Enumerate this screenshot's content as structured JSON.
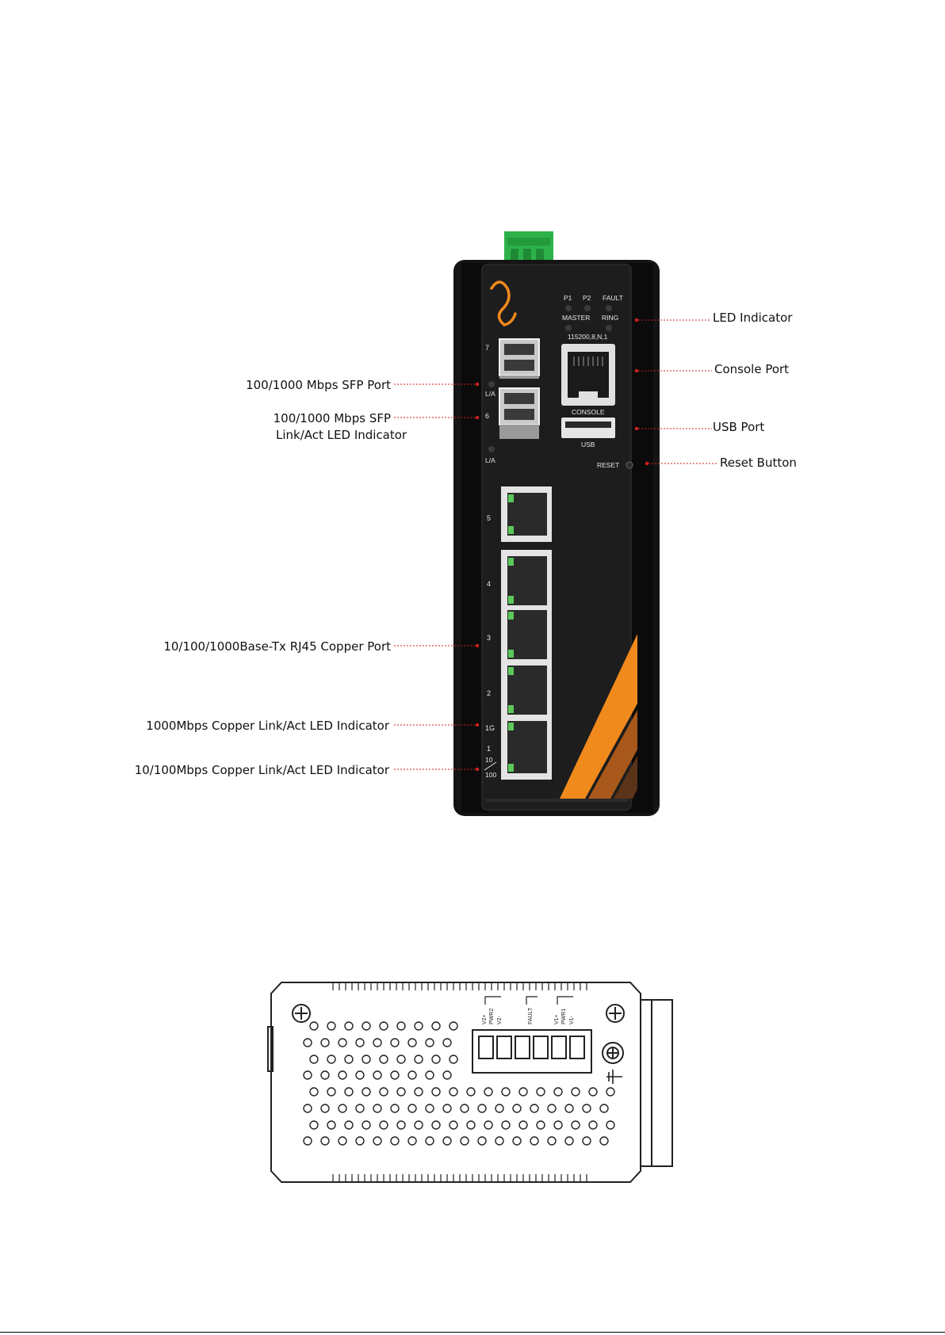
{
  "callouts": {
    "led_indicator": "LED Indicator",
    "console_port": "Console Port",
    "usb_port": "USB Port",
    "reset_button": "Reset Button",
    "sfp_port": "100/1000 Mbps SFP Port",
    "sfp_led_line1": "100/1000 Mbps SFP",
    "sfp_led_line2": "Link/Act LED Indicator",
    "rj45_port": "10/100/1000Base-Tx RJ45 Copper Port",
    "gig_led": "1000Mbps Copper Link/Act LED Indicator",
    "fe_led": "10/100Mbps Copper Link/Act LED Indicator"
  },
  "panel": {
    "led_p1": "P1",
    "led_p2": "P2",
    "led_fault": "FAULT",
    "led_master": "MASTER",
    "led_ring": "RING",
    "console_settings": "115200,8,N,1",
    "console_label": "CONSOLE",
    "usb_label": "USB",
    "reset_label": "RESET",
    "sfp_top_num": "7",
    "sfp_bottom_num": "6",
    "la_label": "L/A",
    "port5": "5",
    "port4": "4",
    "port3": "3",
    "port2": "2",
    "port1": "1",
    "gig_mark": "1G",
    "fe_mark_top": "10",
    "fe_mark_bottom": "100"
  },
  "terminal_block": {
    "label_1": "V2+",
    "label_2": "PWR2",
    "label_3": "V2-",
    "label_4": "FAULT",
    "label_5": "V1+",
    "label_6": "PWR1",
    "label_7": "V1-"
  },
  "colors": {
    "accent_orange": "#f08a1c",
    "terminal_green": "#2db24a",
    "led_green": "#5cc85a",
    "callout_red": "#d42020",
    "chassis": "#1b1b1b"
  }
}
